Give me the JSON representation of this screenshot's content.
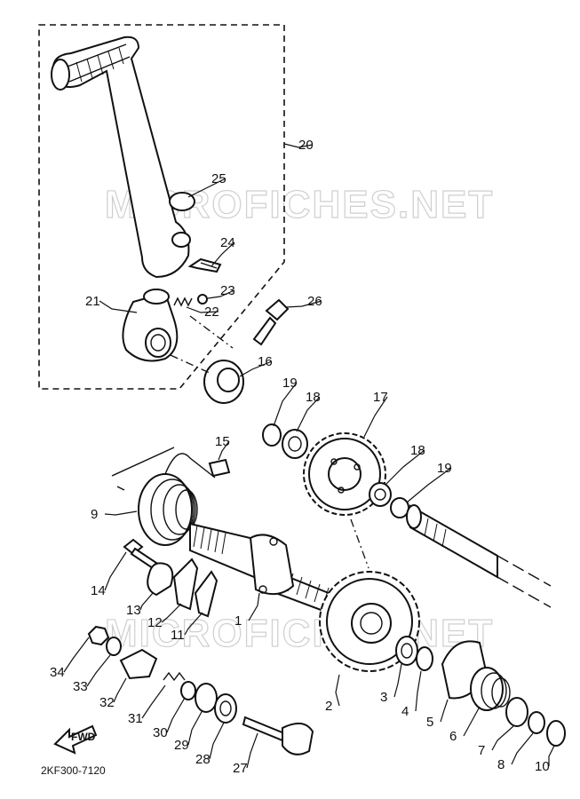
{
  "diagram_code": "2KF300-7120",
  "watermark": "MICROFICHES.NET",
  "fwd_label": "FWD",
  "callouts": [
    "1",
    "2",
    "3",
    "4",
    "5",
    "6",
    "7",
    "8",
    "9",
    "10",
    "11",
    "12",
    "13",
    "14",
    "15",
    "16",
    "17",
    "18",
    "18",
    "19",
    "19",
    "20",
    "21",
    "22",
    "23",
    "24",
    "25",
    "26",
    "27",
    "28",
    "29",
    "30",
    "31",
    "32",
    "33",
    "34"
  ]
}
